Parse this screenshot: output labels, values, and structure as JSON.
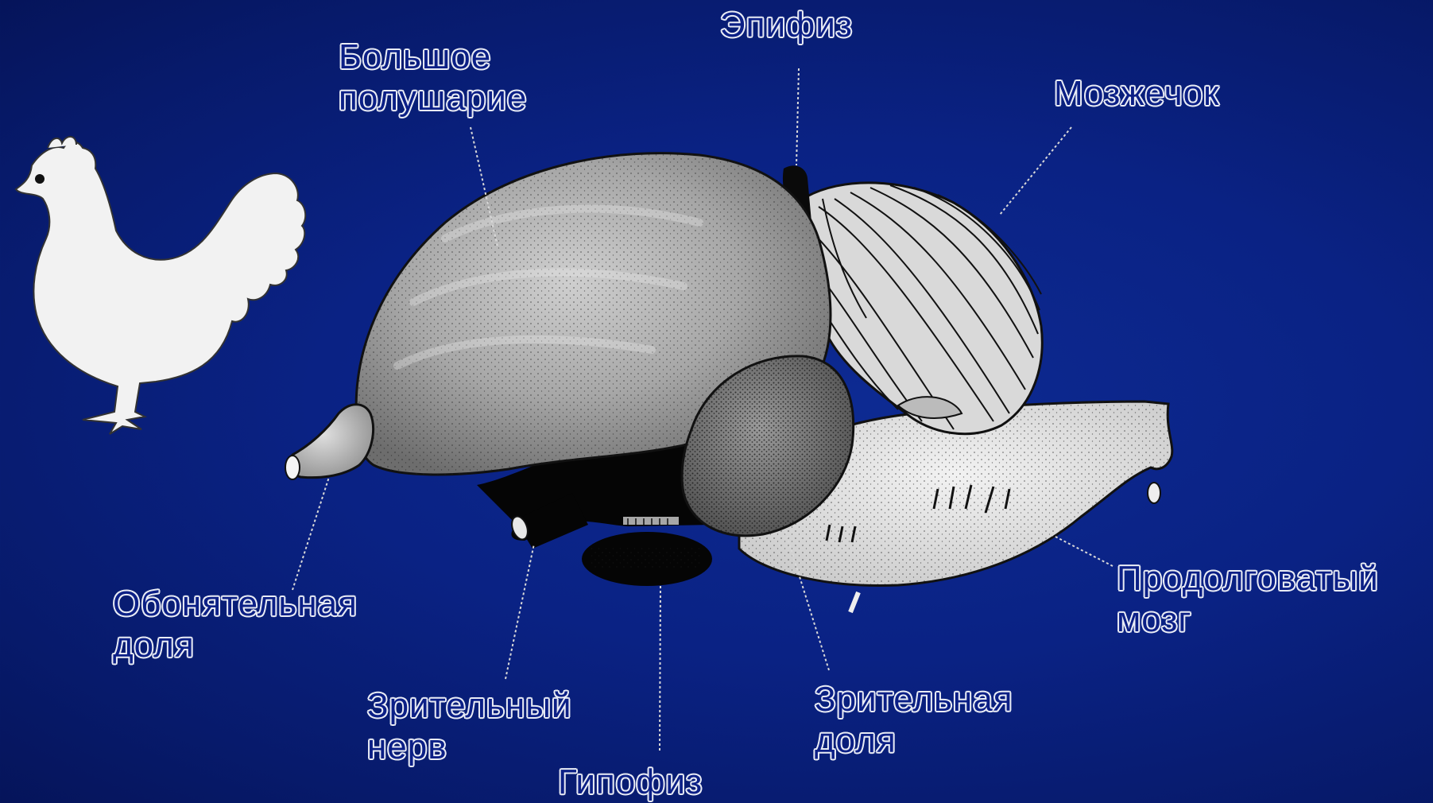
{
  "diagram": {
    "labels": {
      "epiphysis": {
        "lines": [
          "Эпифиз"
        ]
      },
      "cerebrum": {
        "lines": [
          "Большое",
          "полушарие"
        ]
      },
      "cerebellum": {
        "lines": [
          "Мозжечок"
        ]
      },
      "olfactory_lobe": {
        "lines": [
          "Обонятельная",
          "доля"
        ]
      },
      "medulla": {
        "lines": [
          "Продолговатый",
          "мозг"
        ]
      },
      "optic_nerve": {
        "lines": [
          "Зрительный",
          "нерв"
        ]
      },
      "optic_lobe": {
        "lines": [
          "Зрительная",
          "доля"
        ]
      },
      "pituitary": {
        "lines": [
          "Гипофиз"
        ]
      }
    },
    "icons": {
      "bird": "rooster-silhouette-icon"
    },
    "colors": {
      "background": "#0a2284",
      "label_text": "#0b1f86",
      "label_outline": "#e9ecf5",
      "silhouette": "#f2f2f2"
    }
  }
}
